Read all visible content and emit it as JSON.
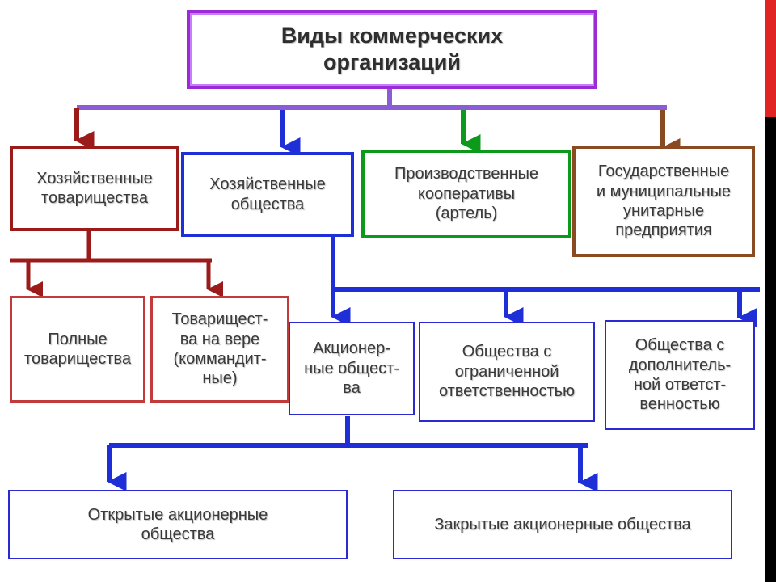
{
  "title": "Виды коммерческих\nорганизаций",
  "boxes": {
    "economic_partnerships": "Хозяйственные\nтоварищества",
    "economic_companies": "Хозяйственные\nобщества",
    "production_cooperatives": "Производственные\nкооперативы\n(артель)",
    "unitary_enterprises": "Государственные\nи муниципальные\nунитарные\nпредприятия",
    "full_partnerships": "Полные\nтоварищества",
    "limited_partnerships": "Товарищест-\nва на вере\n(коммандит-\nные)",
    "joint_stock": "Акционер-\nные общест-\nва",
    "llc": "Общества с\nограниченной\nответственностью",
    "alc": "Общества с\nдополнитель-\nной ответст-\nвенностью",
    "open_jsc": "Открытые акционерные\nобщества",
    "closed_jsc": "Закрытые акционерные общества"
  },
  "colors": {
    "purple": "#9a2bd6",
    "maroon": "#9b1b1b",
    "red": "#c33a3a",
    "blue": "#1f2fd8",
    "green": "#0d9a1a",
    "brown": "#8a4a22",
    "accent_red": "#e02424"
  }
}
